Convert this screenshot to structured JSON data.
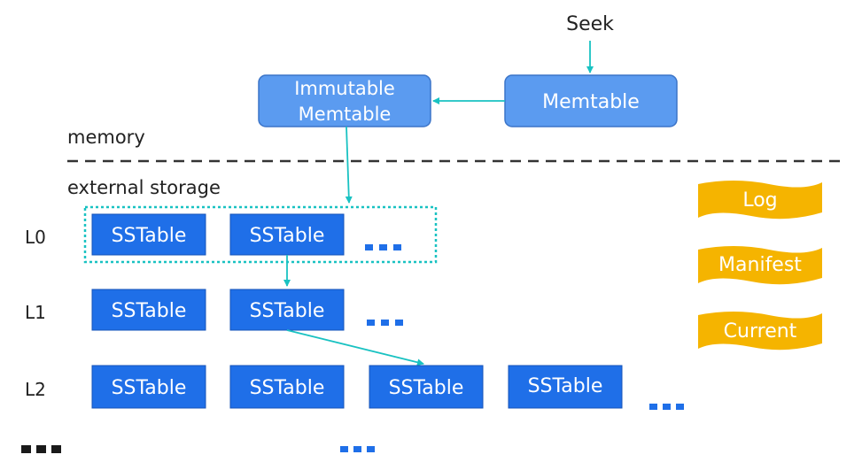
{
  "labels": {
    "seek": "Seek",
    "memory": "memory",
    "external_storage": "external storage"
  },
  "memory_boxes": {
    "immutable_line1": "Immutable",
    "immutable_line2": "Memtable",
    "memtable": "Memtable"
  },
  "levels": [
    {
      "label": "L0",
      "tables": [
        "SSTable",
        "SSTable"
      ]
    },
    {
      "label": "L1",
      "tables": [
        "SSTable",
        "SSTable"
      ]
    },
    {
      "label": "L2",
      "tables": [
        "SSTable",
        "SSTable",
        "SSTable",
        "SSTable"
      ]
    }
  ],
  "files": [
    "Log",
    "Manifest",
    "Current"
  ],
  "colors": {
    "memtable_fill": "#5b9bf0",
    "memtable_stroke": "#3b74c8",
    "sstable_fill": "#1f6fe8",
    "sstable_stroke": "#1553b8",
    "ellipsis": "#1f6fe8",
    "file_fill": "#f5b400",
    "arrow": "#19c2c2",
    "dashed_line": "#333333",
    "text": "#222222"
  }
}
